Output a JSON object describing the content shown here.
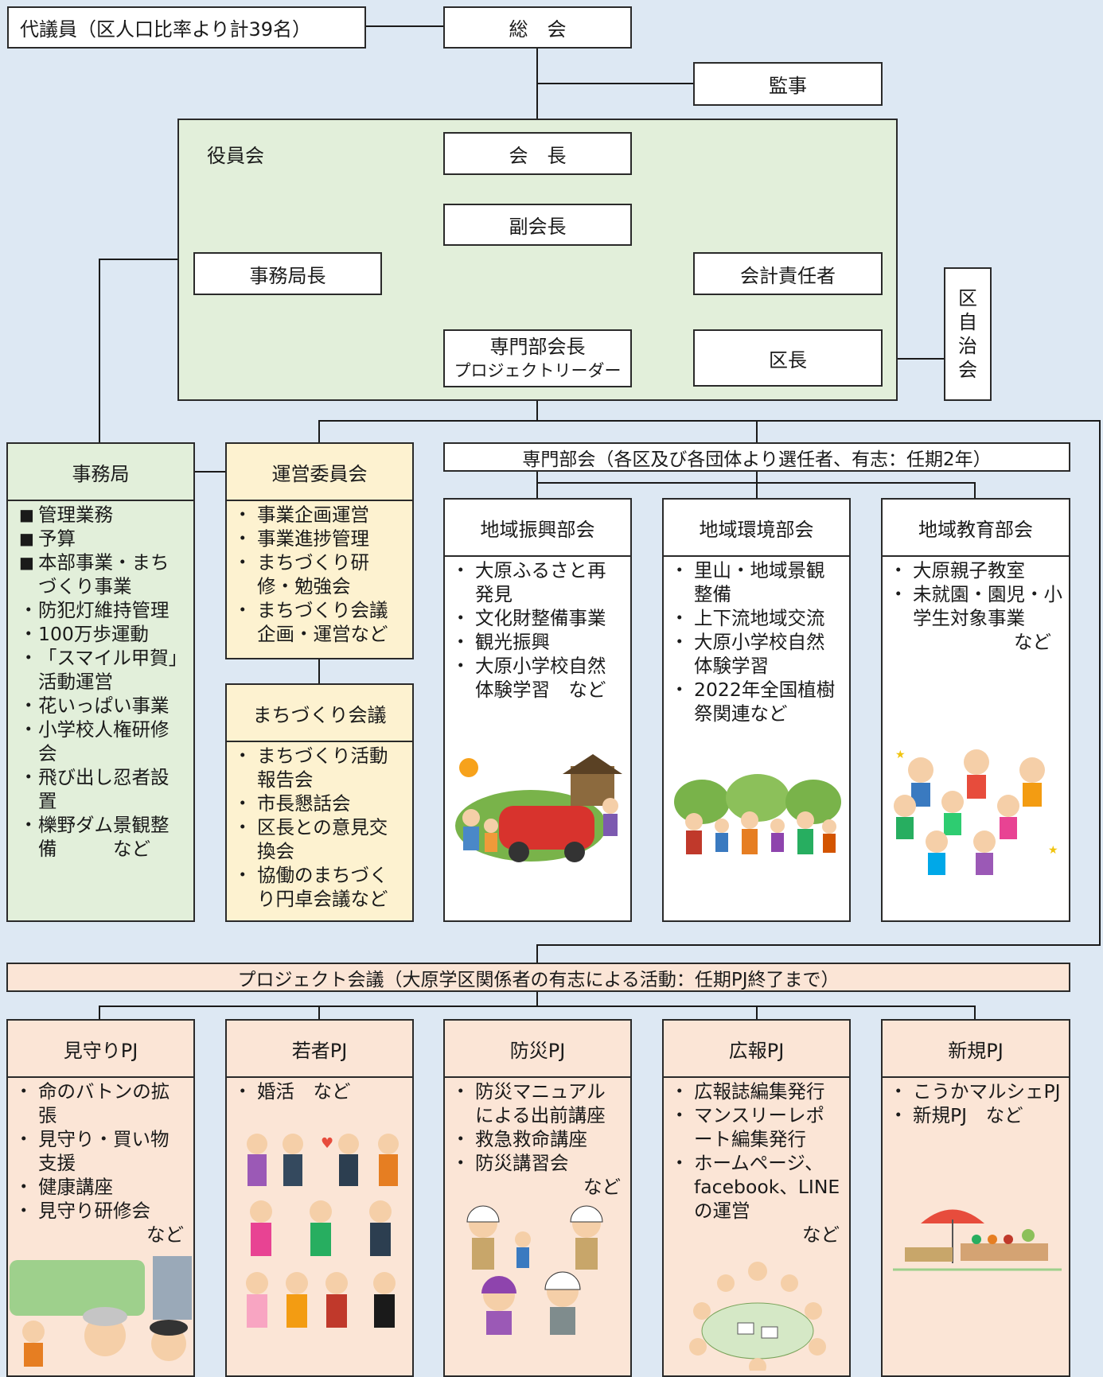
{
  "top": {
    "delegates": "代議員（区人口比率より計39名）",
    "general_meeting": "総　会",
    "auditor": "監事"
  },
  "board": {
    "label": "役員会",
    "chair": "会　長",
    "vice_chair": "副会長",
    "secretary_general": "事務局長",
    "treasurer": "会計責任者",
    "dept_head_line1": "専門部会長",
    "dept_head_line2": "プロジェクトリーダー",
    "district_head": "区長"
  },
  "ward_assoc": [
    "区",
    "自",
    "治",
    "会"
  ],
  "secretariat": {
    "title": "事務局",
    "items": [
      {
        "mark": "sq",
        "text": "管理業務"
      },
      {
        "mark": "sq",
        "text": "予算"
      },
      {
        "mark": "sq",
        "text": "本部事業・まちづくり事業"
      },
      {
        "mark": "dot",
        "text": "防犯灯維持管理"
      },
      {
        "mark": "dot",
        "text": "100万歩運動"
      },
      {
        "mark": "dot",
        "text": "「スマイル甲賀」活動運営"
      },
      {
        "mark": "dot",
        "text": "花いっぱい事業"
      },
      {
        "mark": "dot",
        "text": "小学校人権研修会"
      },
      {
        "mark": "dot",
        "text": "飛び出し忍者設置"
      },
      {
        "mark": "dot",
        "text": "櫟野ダム景観整備　　　など"
      }
    ]
  },
  "steering": {
    "title": "運営委員会",
    "items": [
      "事業企画運営",
      "事業進捗管理",
      "まちづくり研修・勉強会",
      "まちづくり会議企画・運営など"
    ]
  },
  "town_meeting": {
    "title": "まちづくり会議",
    "items": [
      "まちづくり活動報告会",
      "市長懇話会",
      "区長との意見交換会",
      "協働のまちづくり円卓会議など"
    ]
  },
  "departments": {
    "title": "専門部会（各区及び各団体より選任者、有志：任期2年）",
    "list": [
      {
        "title": "地域振興部会",
        "items": [
          "大原ふるさと再発見",
          "文化財整備事業",
          "観光振興",
          "大原小学校自然体験学習　など"
        ]
      },
      {
        "title": "地域環境部会",
        "items": [
          "里山・地域景観整備",
          "上下流地域交流",
          "大原小学校自然体験学習",
          "2022年全国植樹祭関連など"
        ]
      },
      {
        "title": "地域教育部会",
        "items": [
          "大原親子教室",
          "未就園・園児・小学生対象事業"
        ],
        "note": "など"
      }
    ]
  },
  "projects": {
    "title": "プロジェクト会議（大原学区関係者の有志による活動：任期PJ終了まで）",
    "list": [
      {
        "title": "見守りPJ",
        "items": [
          "命のバトンの拡張",
          "見守り・買い物支援",
          "健康講座",
          "見守り研修会"
        ],
        "note": "など"
      },
      {
        "title": "若者PJ",
        "items": [
          "婚活　など"
        ]
      },
      {
        "title": "防災PJ",
        "items": [
          "防災マニュアルによる出前講座",
          "救急救命講座",
          "防災講習会"
        ],
        "note": "など"
      },
      {
        "title": "広報PJ",
        "items": [
          "広報誌編集発行",
          "マンスリーレポート編集発行",
          "ホームページ、facebook、LINEの運営"
        ],
        "note": "など"
      },
      {
        "title": "新規PJ",
        "items": [
          "こうかマルシェPJ",
          "新規PJ　など"
        ]
      }
    ]
  }
}
